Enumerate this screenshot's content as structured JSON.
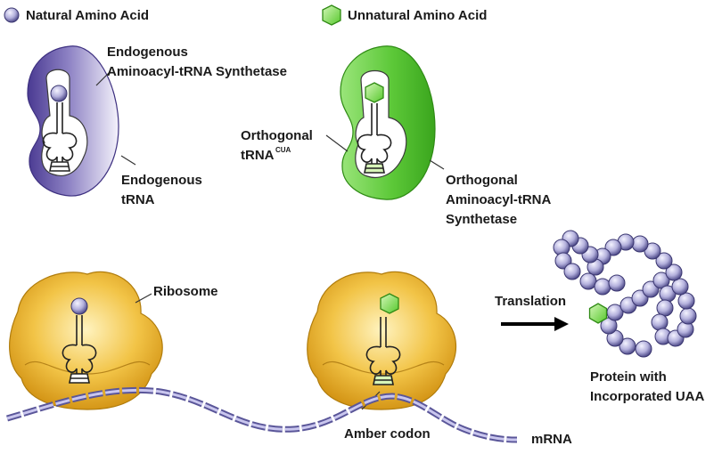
{
  "legend": {
    "natural": "Natural Amino Acid",
    "unnatural": "Unnatural Amino Acid"
  },
  "labels": {
    "endogenous_synthetase_line1": "Endogenous",
    "endogenous_synthetase_line2": "Aminoacyl-tRNA Synthetase",
    "endogenous_trna_line1": "Endogenous",
    "endogenous_trna_line2": "tRNA",
    "orthogonal_trna_line1": "Orthogonal",
    "orthogonal_trna_line2": "tRNA",
    "orthogonal_trna_superscript": "CUA",
    "orthogonal_synthetase_line1": "Orthogonal",
    "orthogonal_synthetase_line2": "Aminoacyl-tRNA",
    "orthogonal_synthetase_line3": "Synthetase",
    "ribosome": "Ribosome",
    "translation": "Translation",
    "amber_codon": "Amber codon",
    "mrna": "mRNA",
    "protein_line1": "Protein with",
    "protein_line2": "Incorporated UAA"
  },
  "colors": {
    "natural_amino_acid": "#b3b0dc",
    "unnatural_amino_acid": "#8ee06a",
    "endogenous_synthetase": "#5a4aa0",
    "orthogonal_synthetase": "#5fc63a",
    "ribosome": "#e6a21c",
    "mrna": "#9a96cf"
  }
}
